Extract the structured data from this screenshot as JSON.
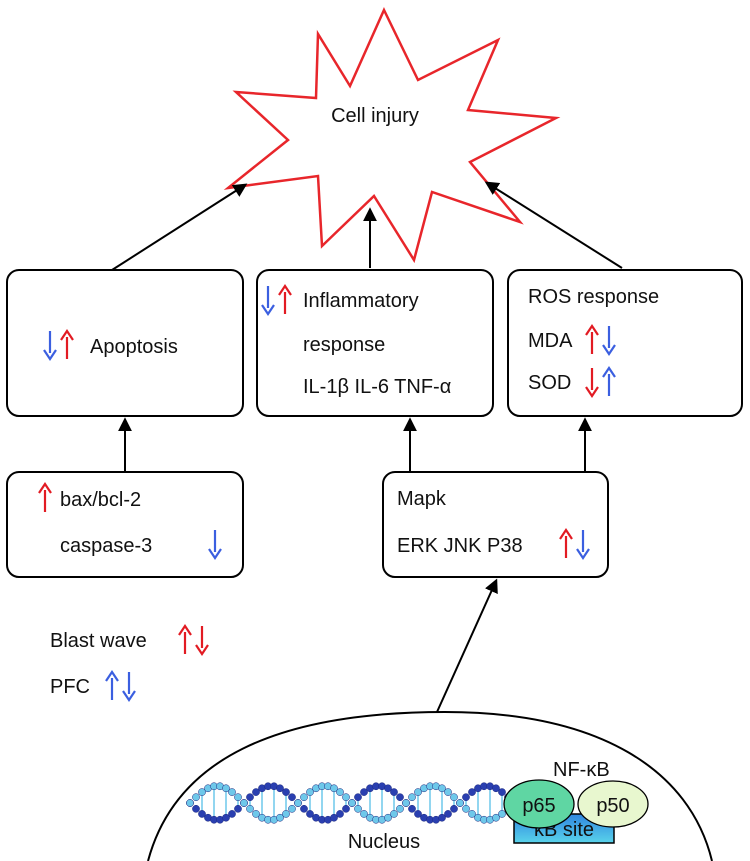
{
  "colors": {
    "up_red": "#e21b23",
    "down_blue": "#3b5fe0",
    "star_stroke": "#e8262b",
    "p65_fill": "#5fd6a3",
    "p50_fill": "#e8f7cf",
    "kb_site_fill": "#3fa7e8",
    "dna_dark": "#2a3fb0",
    "dna_light": "#6ec8ea"
  },
  "burst": {
    "label": "Cell injury"
  },
  "boxes": {
    "apoptosis": {
      "label": "Apoptosis",
      "arrows": [
        "down-blue",
        "up-red"
      ]
    },
    "inflammatory": {
      "line1": "Inflammatory",
      "line2": "response",
      "line3": "IL-1β IL-6 TNF-α",
      "arrows": [
        "down-blue",
        "up-red"
      ]
    },
    "ros": {
      "title": "ROS response",
      "mda_label": "MDA",
      "mda_arrows": [
        "up-red",
        "down-blue"
      ],
      "sod_label": "SOD",
      "sod_arrows": [
        "down-red",
        "up-blue"
      ]
    },
    "bax": {
      "line1": "bax/bcl-2",
      "line1_arrow": "up-red",
      "line2": "caspase-3",
      "line2_arrow": "down-blue"
    },
    "mapk": {
      "line1": "Mapk",
      "line2": "ERK JNK P38",
      "arrows": [
        "up-red",
        "down-blue"
      ]
    }
  },
  "legend": {
    "blast_label": "Blast wave",
    "blast_arrows": [
      "up-red",
      "down-red"
    ],
    "pfc_label": "PFC",
    "pfc_arrows": [
      "up-blue",
      "down-blue"
    ]
  },
  "nucleus": {
    "label": "Nucleus",
    "nfkb_label": "NF-κB",
    "p65_label": "p65",
    "p50_label": "p50",
    "kb_site_label": "κB site"
  }
}
